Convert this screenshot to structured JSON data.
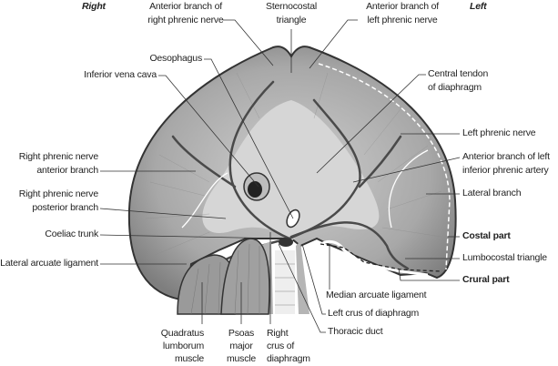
{
  "orientation": {
    "right": "Right",
    "left": "Left"
  },
  "labels": {
    "ant_right_phrenic": [
      "Anterior branch of",
      "right phrenic nerve"
    ],
    "sternocostal": [
      "Sternocostal",
      "triangle"
    ],
    "ant_left_phrenic": [
      "Anterior branch of",
      "left phrenic nerve"
    ],
    "oesophagus": "Oesophagus",
    "ivc": "Inferior vena cava",
    "central_tendon": [
      "Central tendon",
      "of diaphragm"
    ],
    "left_phrenic": "Left phrenic nerve",
    "ant_left_inf_phrenic_artery": [
      "Anterior branch of left",
      "inferior phrenic artery"
    ],
    "right_phrenic_anterior": [
      "Right phrenic nerve",
      "anterior branch"
    ],
    "lateral_branch": "Lateral branch",
    "right_phrenic_posterior": [
      "Right phrenic nerve",
      "posterior branch"
    ],
    "coeliac_trunk": "Coeliac trunk",
    "costal_part": "Costal part",
    "lateral_arcuate": "Lateral arcuate ligament",
    "lumbocostal": "Lumbocostal triangle",
    "crural_part": "Crural part",
    "median_arcuate": "Median arcuate ligament",
    "left_crus": "Left crus of diaphragm",
    "thoracic_duct": "Thoracic duct",
    "quadratus": [
      "Quadratus",
      "lumborum",
      "muscle"
    ],
    "psoas": [
      "Psoas",
      "major",
      "muscle"
    ],
    "right_crus": [
      "Right",
      "crus of",
      "diaphragm"
    ]
  },
  "colors": {
    "muscle": "#9a9a9a",
    "tendon": "#d4d4d4",
    "vessel": "#4a4a4a",
    "outline": "#333333"
  }
}
